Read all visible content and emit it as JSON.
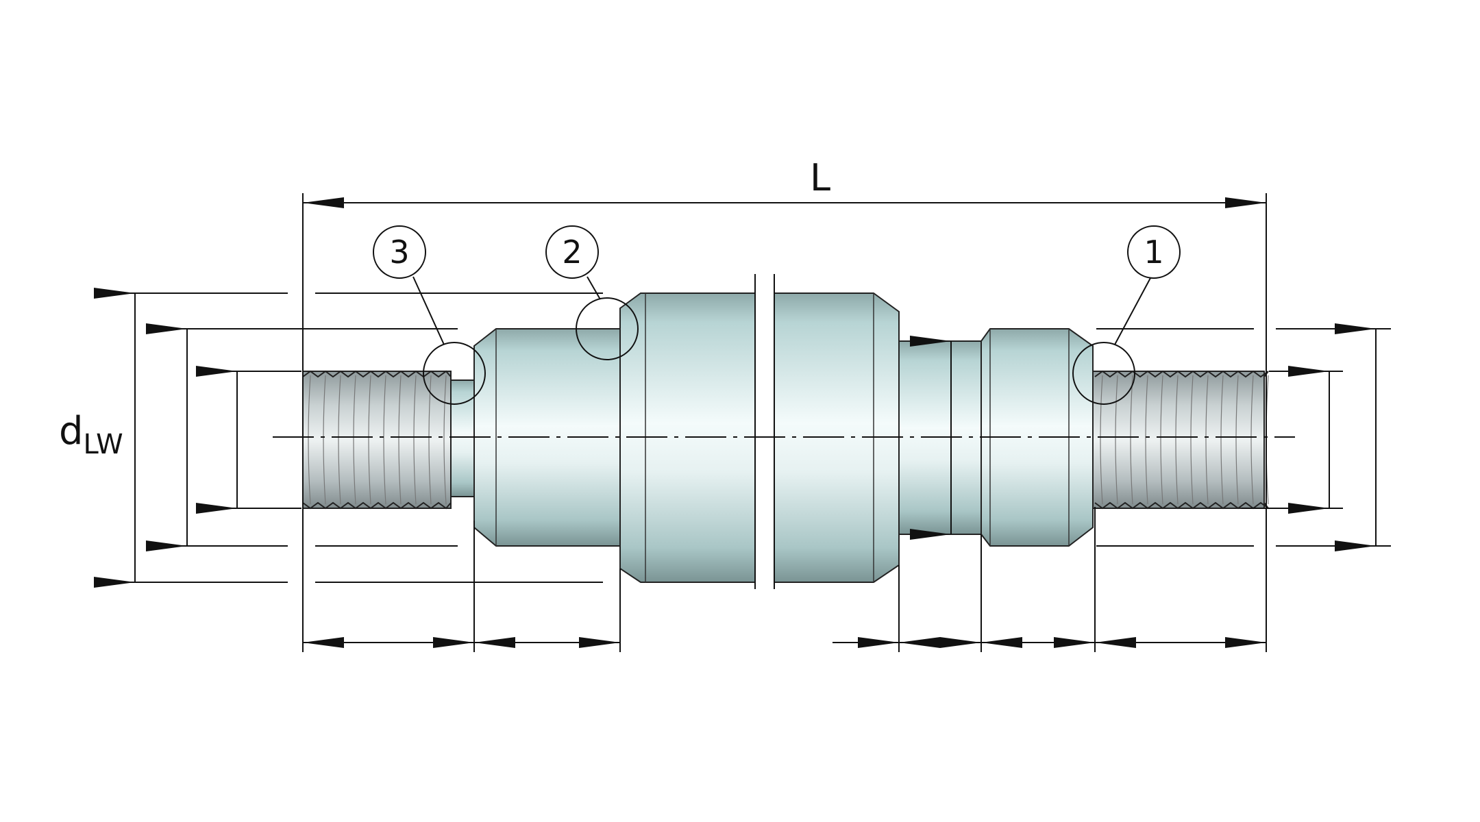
{
  "dimensions": {
    "overall_length": "L",
    "diameter_symbol": "d",
    "diameter_subscript": "LW"
  },
  "callouts": [
    {
      "number": "1"
    },
    {
      "number": "2"
    },
    {
      "number": "3"
    }
  ],
  "colors": {
    "shaft_light": "#f4fbfb",
    "shaft_mid": "#b7d4d4",
    "shaft_dark": "#7e9a9a",
    "thread_light": "#eef2f2",
    "thread_dark": "#8f9a9c",
    "line": "#111111"
  }
}
